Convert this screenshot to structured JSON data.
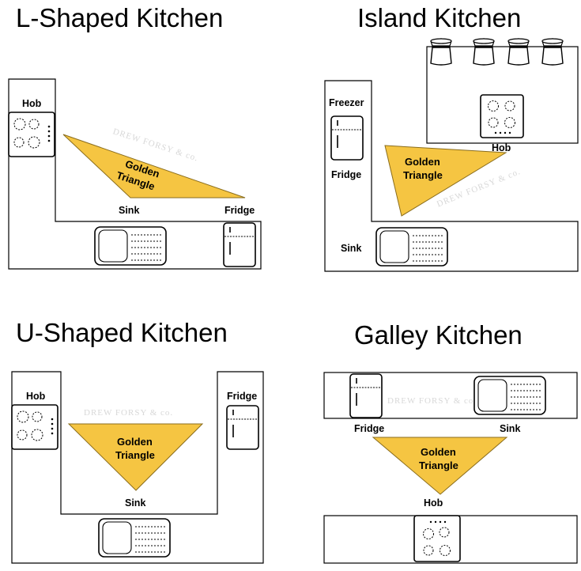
{
  "panels": {
    "l_shaped": {
      "title": "L-Shaped Kitchen",
      "hob": "Hob",
      "sink": "Sink",
      "fridge": "Fridge",
      "triangle_line1": "Golden",
      "triangle_line2": "Triangle",
      "watermark": "DREW FORSY & co."
    },
    "island": {
      "title": "Island Kitchen",
      "freezer": "Freezer",
      "fridge": "Fridge",
      "hob": "Hob",
      "sink": "Sink",
      "triangle_line1": "Golden",
      "triangle_line2": "Triangle",
      "watermark": "DREW FORSY & co."
    },
    "u_shaped": {
      "title": "U-Shaped Kitchen",
      "hob": "Hob",
      "fridge": "Fridge",
      "sink": "Sink",
      "triangle_line1": "Golden",
      "triangle_line2": "Triangle",
      "watermark": "DREW FORSY & co."
    },
    "galley": {
      "title": "Galley Kitchen",
      "fridge": "Fridge",
      "sink": "Sink",
      "hob": "Hob",
      "triangle_line1": "Golden",
      "triangle_line2": "Triangle",
      "watermark": "DREW FORSY & co."
    }
  },
  "colors": {
    "triangle_fill": "#f5c542",
    "outline": "#000000",
    "background": "#ffffff"
  }
}
